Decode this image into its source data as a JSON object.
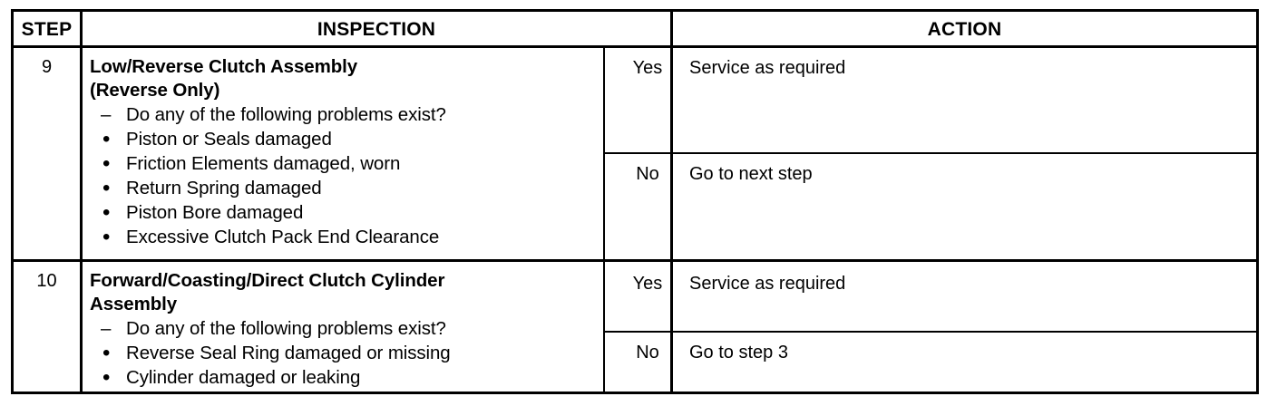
{
  "document": {
    "kind": "diagnostic-inspection-table"
  },
  "table": {
    "headers": {
      "step": "STEP",
      "inspection": "INSPECTION",
      "action": "ACTION"
    },
    "rows": [
      {
        "step": "9",
        "inspection": {
          "title_line1": "Low/Reverse Clutch Assembly",
          "title_line2": "(Reverse Only)",
          "question_marker": "–",
          "question": "Do any of the following problems exist?",
          "bullet_marker": "•",
          "bullets": [
            "Piston or Seals damaged",
            "Friction Elements damaged, worn",
            "Return Spring damaged",
            "Piston Bore damaged",
            "Excessive Clutch Pack End Clearance"
          ]
        },
        "outcomes": [
          {
            "answer": "Yes",
            "action": "Service as required"
          },
          {
            "answer": "No",
            "action": "Go to next step"
          }
        ]
      },
      {
        "step": "10",
        "inspection": {
          "title_line1": "Forward/Coasting/Direct Clutch Cylinder",
          "title_line2": "Assembly",
          "question_marker": "–",
          "question": "Do any of the following problems exist?",
          "bullet_marker": "•",
          "bullets": [
            "Reverse Seal Ring damaged or missing",
            "Cylinder damaged or leaking"
          ]
        },
        "outcomes": [
          {
            "answer": "Yes",
            "action": "Service as required"
          },
          {
            "answer": "No",
            "action": "Go to step 3"
          }
        ]
      }
    ]
  },
  "colors": {
    "ink": "#000000",
    "paper": "#ffffff"
  }
}
